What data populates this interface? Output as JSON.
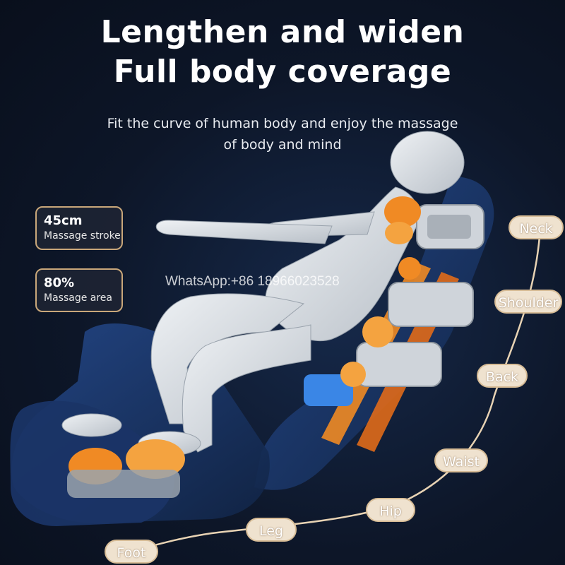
{
  "headline": {
    "line1": "Lengthen and widen",
    "line2": "Full body coverage"
  },
  "subheadline": {
    "line1": "Fit the curve of human body and enjoy the massage",
    "line2": "of body and mind"
  },
  "stats": [
    {
      "value": "45cm",
      "label": "Massage stroke"
    },
    {
      "value": "80%",
      "label": "Massage area"
    }
  ],
  "watermark": "WhatsApp:+86 18966023528",
  "body_zones": [
    "Neck",
    "Shoulder",
    "Back",
    "Waist",
    "Hip",
    "Leg",
    "Foot"
  ],
  "colors": {
    "background": "#0c1424",
    "accent_border": "#c9a77a",
    "tag_fill": "#efe2cf",
    "roller_orange": "#f08a24",
    "chair_blue": "#1f3f77"
  }
}
